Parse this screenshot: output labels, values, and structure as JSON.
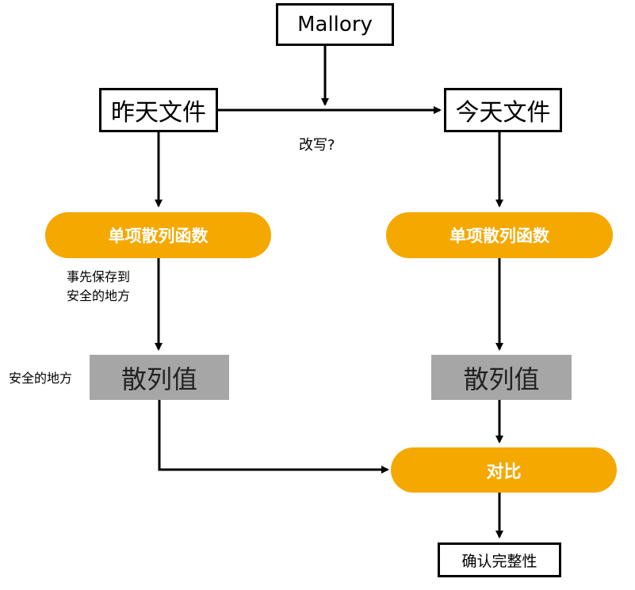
{
  "nodes": {
    "mallory": "Mallory",
    "yesterday_file": "昨天文件",
    "today_file": "今天文件",
    "hash_fn_left": "单项散列函数",
    "hash_fn_right": "单项散列函数",
    "hash_value_left": "散列值",
    "hash_value_right": "散列值",
    "compare": "对比",
    "confirm_integrity": "确认完整性"
  },
  "labels": {
    "modify": "改写?",
    "store_safe_line1": "事先保存到",
    "store_safe_line2": "安全的地方",
    "safe_place": "安全的地方"
  },
  "colors": {
    "pill": "#f5a800",
    "grey_box": "#a6a6a6",
    "line": "#000000"
  }
}
